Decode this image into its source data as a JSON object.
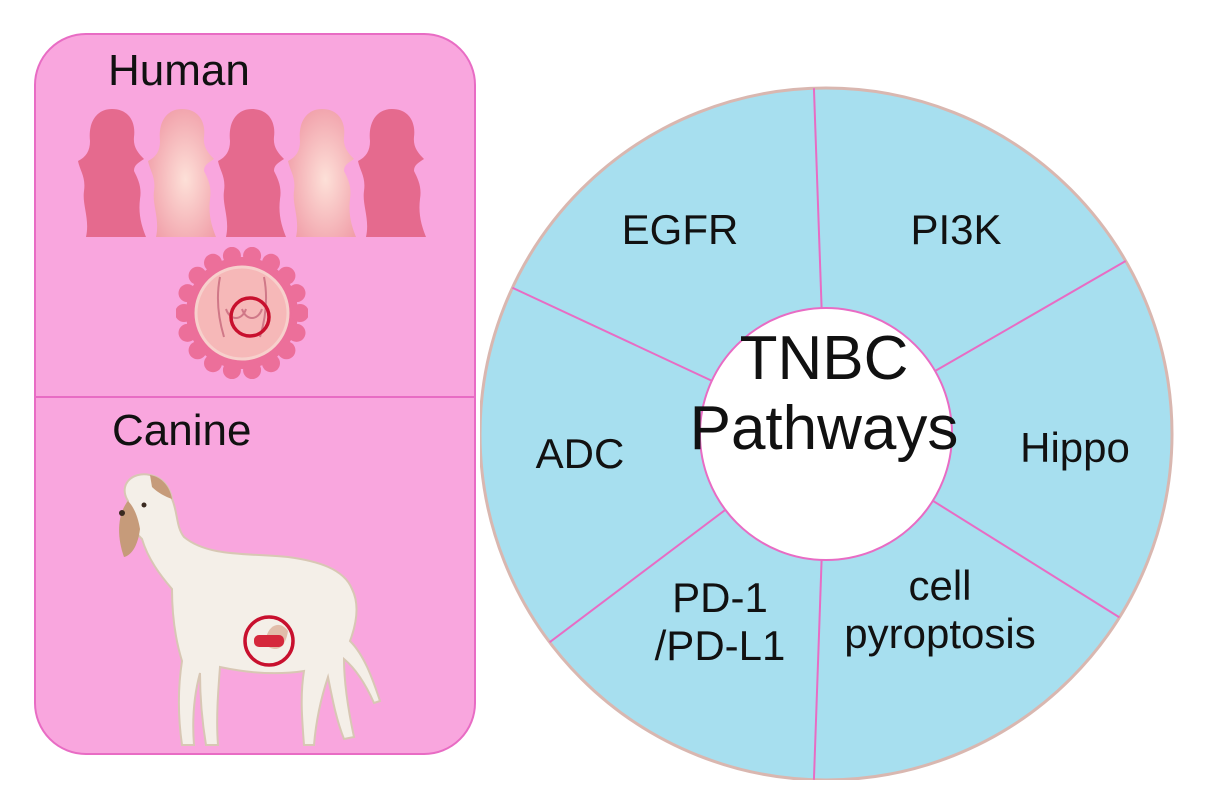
{
  "left_panel": {
    "human_label": "Human",
    "canine_label": "Canine"
  },
  "center": {
    "line1": "TNBC",
    "line2": "Pathways"
  },
  "segments": {
    "egfr": "EGFR",
    "pi3k": "PI3K",
    "hippo": "Hippo",
    "cell_line1": "cell",
    "cell_line2": "pyroptosis",
    "pd_line1": "PD-1",
    "pd_line2": "/PD-L1",
    "adc": "ADC"
  },
  "colors": {
    "panel_fill": "#f9a6de",
    "panel_border": "#e86cc4",
    "wheel_fill": "#a7dfef",
    "divider": "#e86cc4",
    "wheel_outline": "#d9b7b0",
    "tumor_circle": "#c8102e"
  },
  "icons": [
    "female-silhouette-icon",
    "breast-exam-icon",
    "dog-icon",
    "tumor-circle-icon"
  ]
}
